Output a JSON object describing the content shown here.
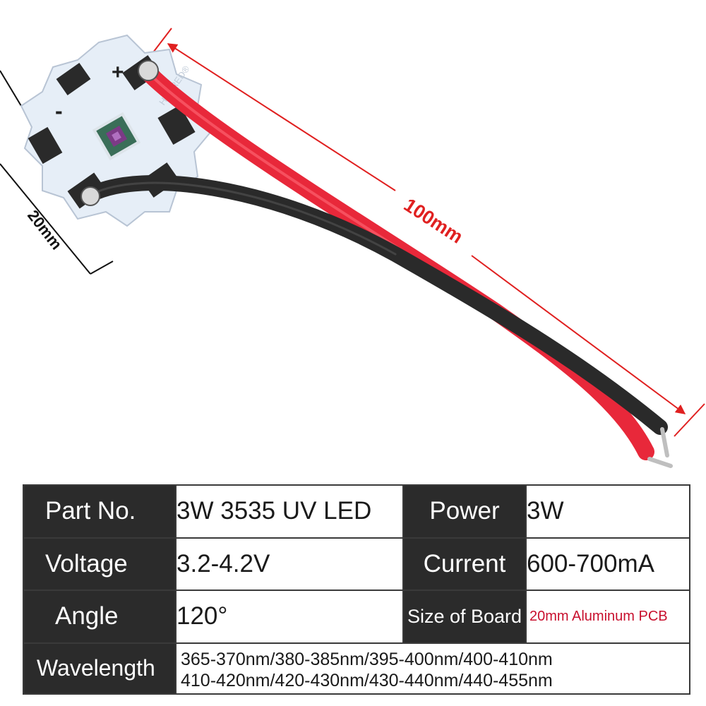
{
  "dimensions": {
    "length_label": "100mm",
    "board_size_label": "20mm"
  },
  "board": {
    "brand_watermark": "HOTRED®",
    "plus_sign": "+",
    "minus_sign": "-"
  },
  "colors": {
    "red_wire": "#e8283a",
    "black_wire": "#2a2a2a",
    "dimension_line": "#e02020",
    "board": "#e6eef7",
    "header_bg": "#2b2b2b",
    "accent_text": "#c8102e"
  },
  "specs": {
    "part_no_label": "Part No.",
    "part_no_value": "3W 3535 UV LED",
    "power_label": "Power",
    "power_value": "3W",
    "voltage_label": "Voltage",
    "voltage_value": "3.2-4.2V",
    "current_label": "Current",
    "current_value": "600-700mA",
    "angle_label": "Angle",
    "angle_value": "120°",
    "board_label": "Size of Board",
    "board_value": "20mm Aluminum PCB",
    "wavelength_label": "Wavelength",
    "wavelength_line1": "365-370nm/380-385nm/395-400nm/400-410nm",
    "wavelength_line2": "410-420nm/420-430nm/430-440nm/440-455nm"
  }
}
